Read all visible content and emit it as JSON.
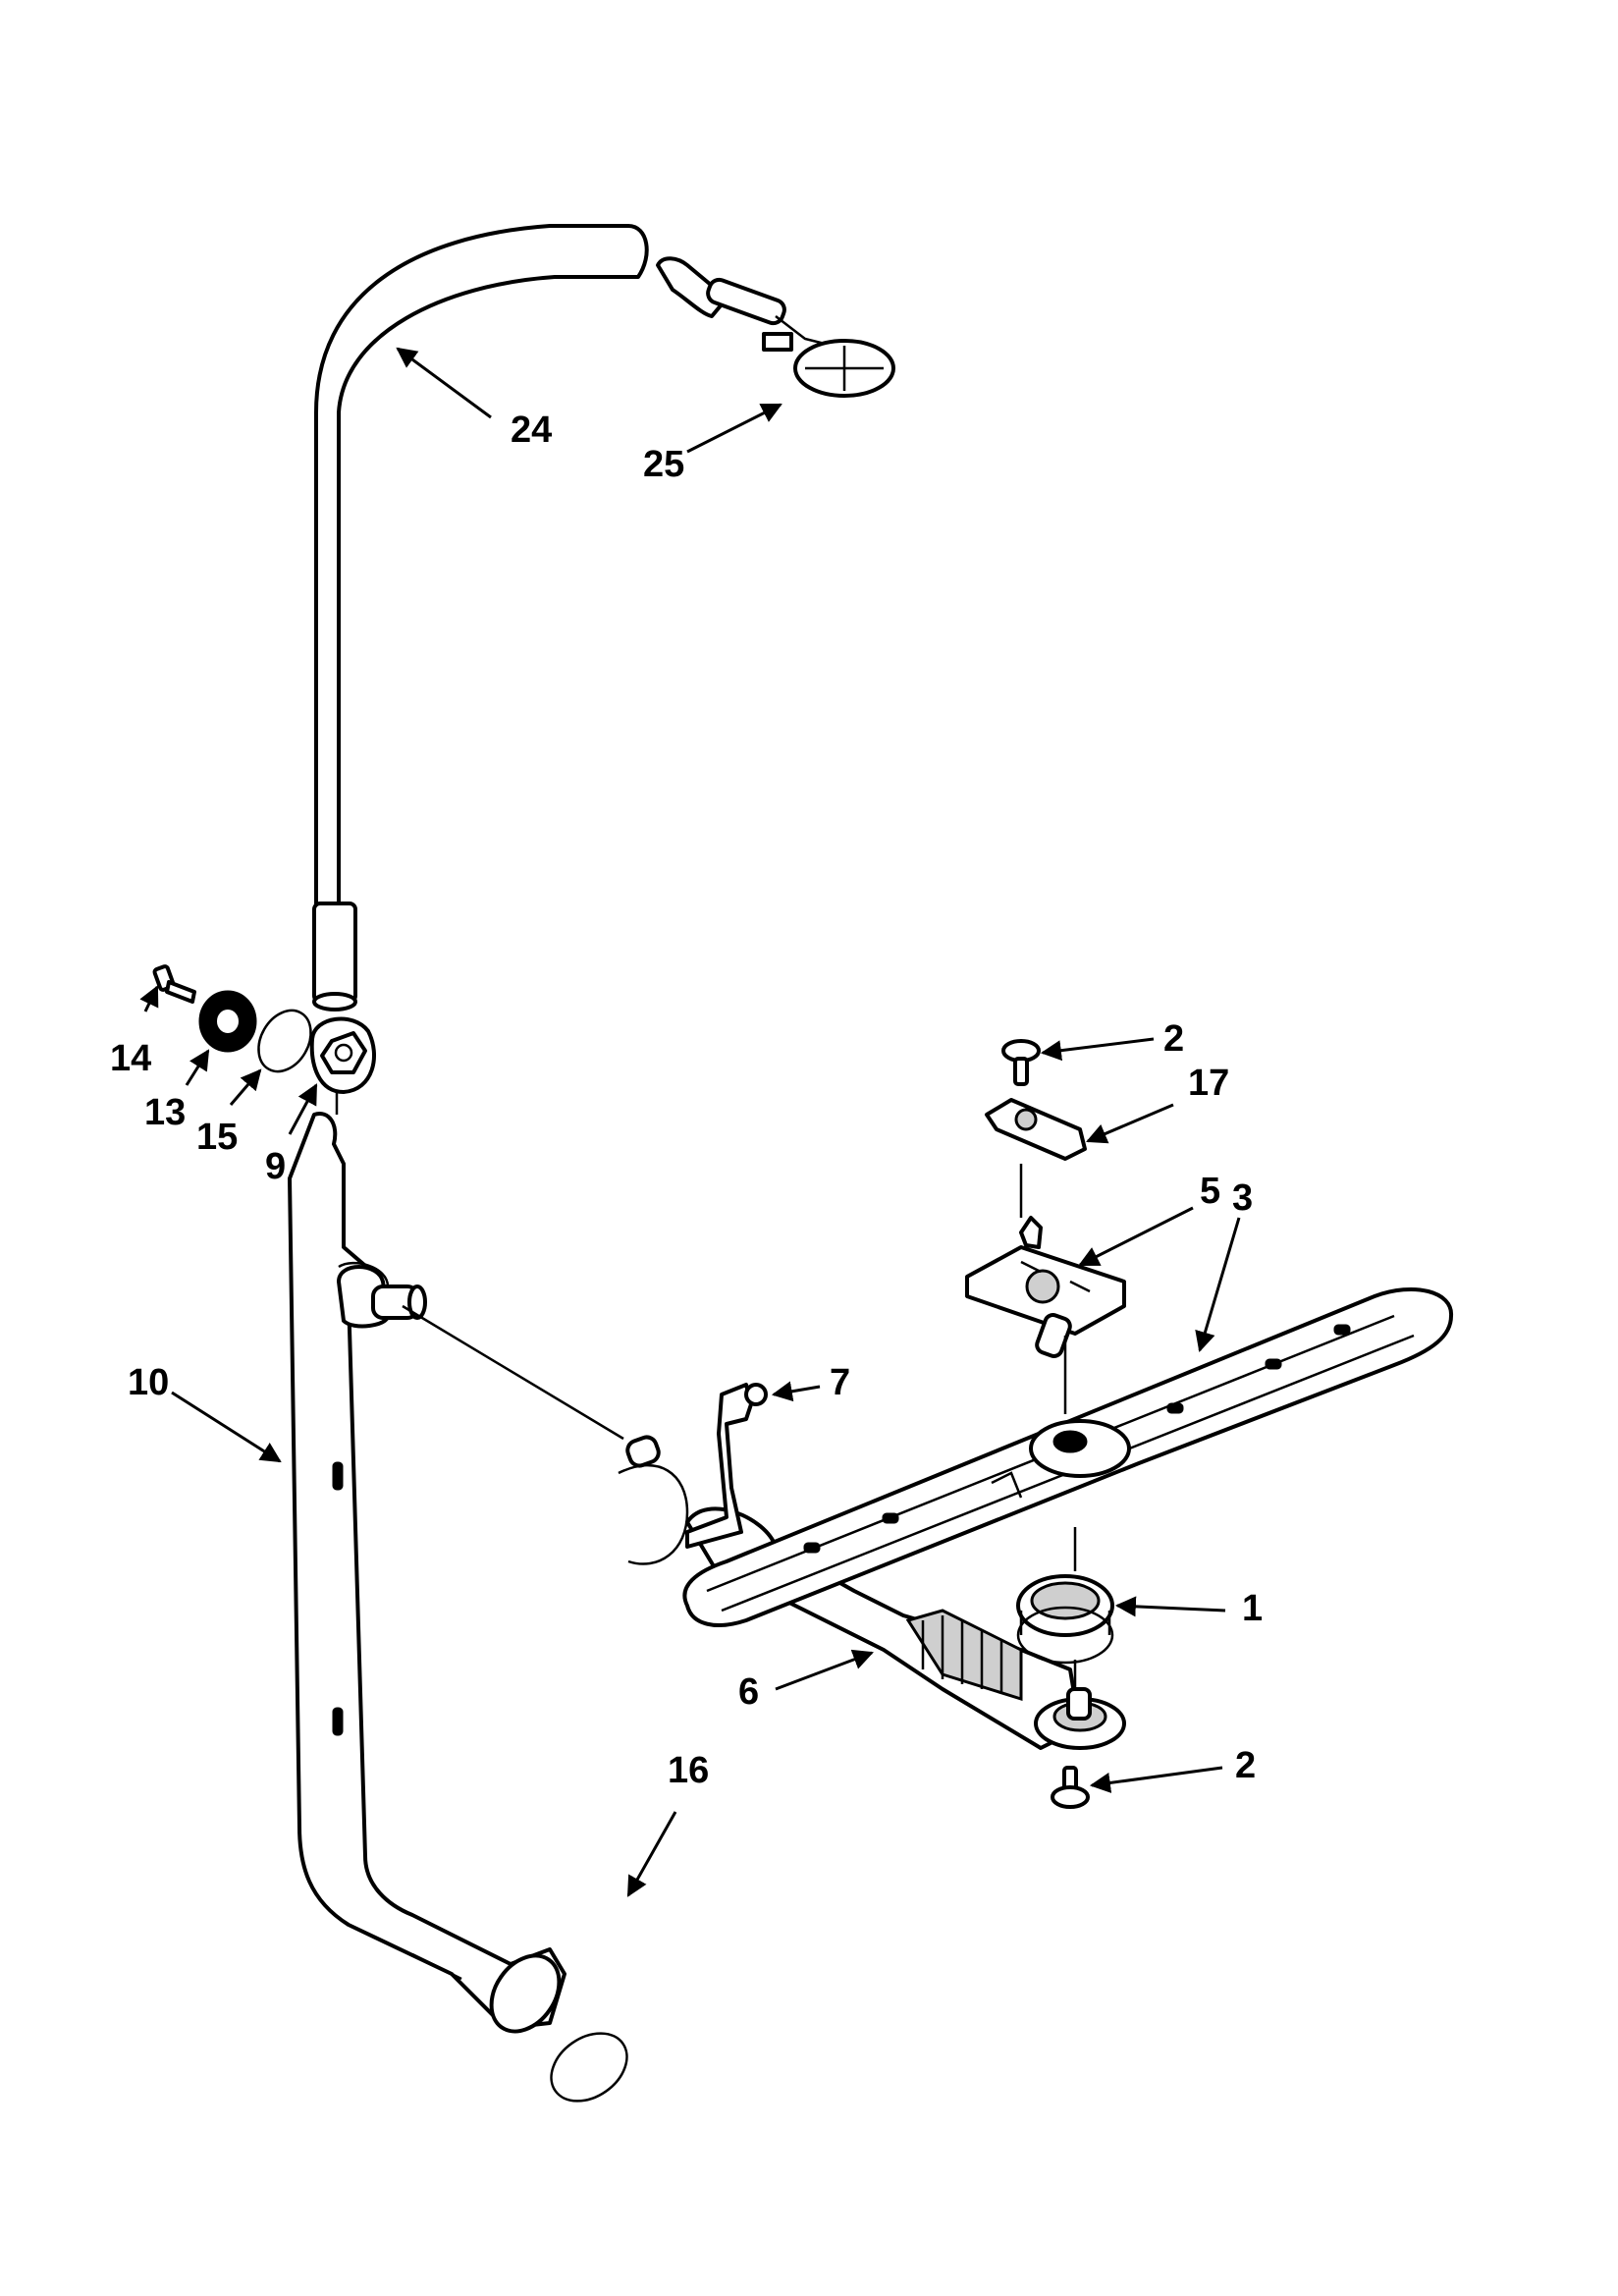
{
  "callouts": [
    {
      "id": "c24",
      "text": "24"
    },
    {
      "id": "c25",
      "text": "25"
    },
    {
      "id": "c14",
      "text": "14"
    },
    {
      "id": "c13",
      "text": "13"
    },
    {
      "id": "c15",
      "text": "15"
    },
    {
      "id": "c9",
      "text": "9"
    },
    {
      "id": "c2top",
      "text": "2"
    },
    {
      "id": "c17",
      "text": "17"
    },
    {
      "id": "c5",
      "text": "5"
    },
    {
      "id": "c3",
      "text": "3"
    },
    {
      "id": "c7",
      "text": "7"
    },
    {
      "id": "c10",
      "text": "10"
    },
    {
      "id": "c1",
      "text": "1"
    },
    {
      "id": "c6",
      "text": "6"
    },
    {
      "id": "c2bottom",
      "text": "2"
    },
    {
      "id": "c16",
      "text": "16"
    }
  ],
  "colors": {
    "line": "#000000",
    "background": "#ffffff",
    "shade": "#cfcfcf"
  }
}
